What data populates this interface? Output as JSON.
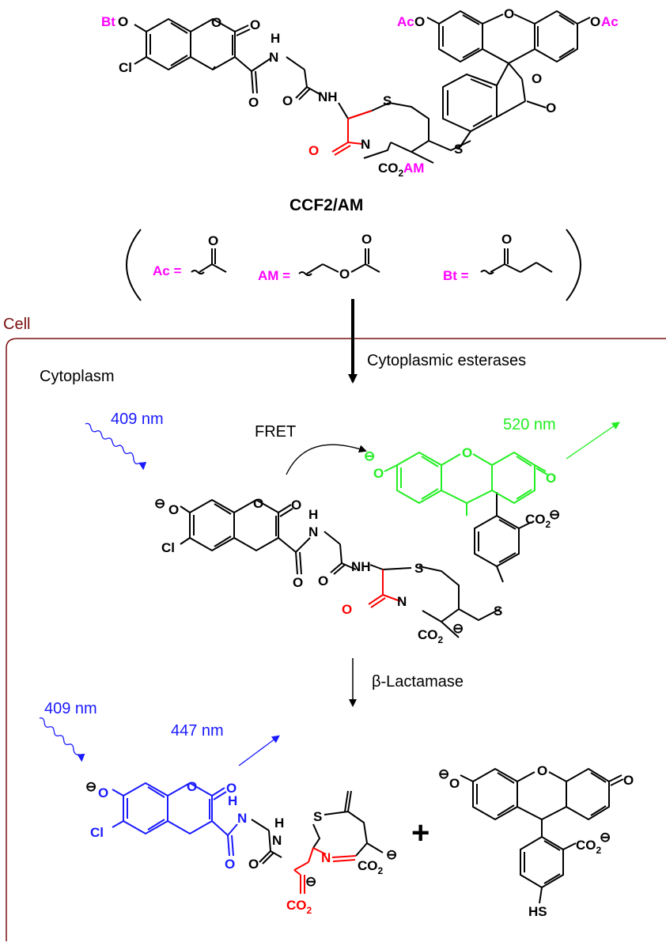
{
  "colors": {
    "black": "#000000",
    "red": "#ff0000",
    "magenta": "#ff00ff",
    "green": "#22ee22",
    "blue": "#1a1aff",
    "cell": "#7a1010"
  },
  "top": {
    "compound_name": "CCF2/AM",
    "labels": {
      "BtO": "BtO",
      "AcO_left": "AcO",
      "OAc_right": "OAc",
      "Cl": "Cl",
      "CO2AM": "CO₂AM",
      "H": "H",
      "N": "N",
      "NH": "NH",
      "S": "S",
      "O": "O"
    }
  },
  "legend": {
    "ac": "Ac =",
    "am": "AM =",
    "bt": "Bt =",
    "o": "O"
  },
  "cell": {
    "label": "Cell",
    "region": "Cytoplasm",
    "step1": "Cytoplasmic esterases",
    "step2": "β-Lactamase"
  },
  "middle": {
    "excitation": "409 nm",
    "emission": "520 nm",
    "fret": "FRET",
    "labels": {
      "Cl": "Cl",
      "CO2": "CO₂",
      "S": "S",
      "N": "N",
      "NH": "NH",
      "H": "H",
      "O": "O",
      "minus": "⊖"
    }
  },
  "bottom": {
    "excitation": "409 nm",
    "emission": "447 nm",
    "plus": "+",
    "labels": {
      "Cl": "Cl",
      "CO2": "CO₂",
      "S": "S",
      "N": "N",
      "H": "H",
      "HS": "HS",
      "O": "O",
      "minus": "⊖"
    }
  }
}
